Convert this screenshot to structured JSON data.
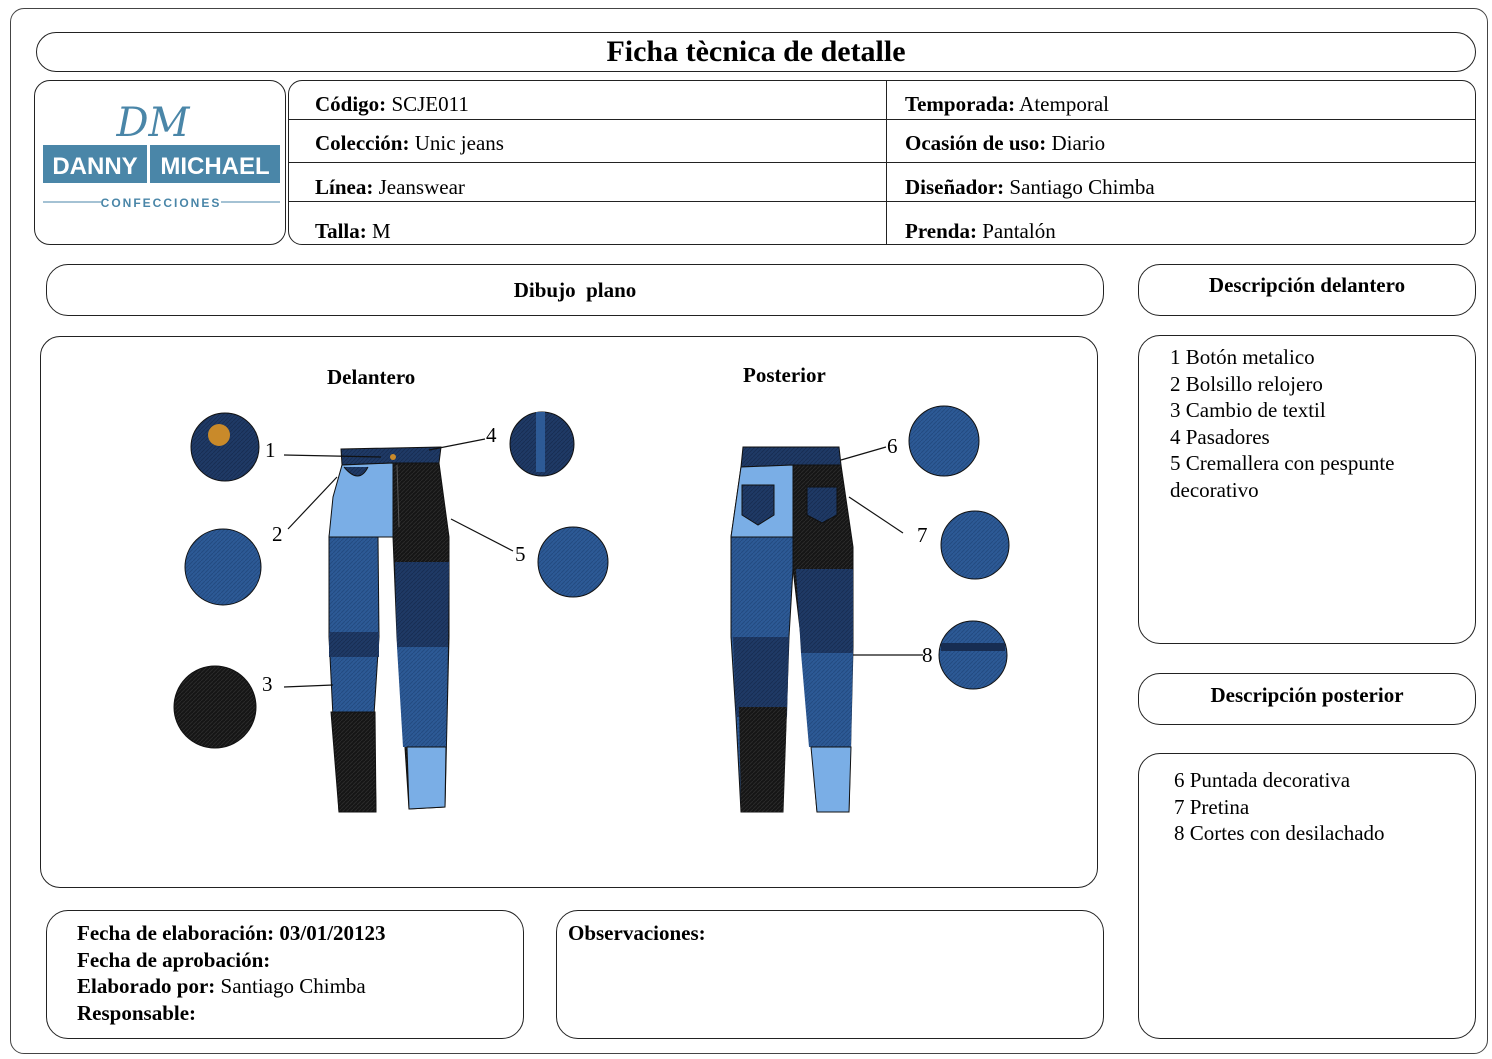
{
  "document": {
    "title": "Ficha tècnica de detalle"
  },
  "logo": {
    "monogram": "DM",
    "brand_first": "DANNY",
    "brand_second": "MICHAEL",
    "tagline": "CONFECCIONES",
    "accent_color": "#4a86a8"
  },
  "info": {
    "codigo_label": "Código:",
    "codigo_value": "SCJE011",
    "temporada_label": "Temporada:",
    "temporada_value": "Atemporal",
    "coleccion_label": "Colección:",
    "coleccion_value": "Unic jeans",
    "ocasion_label": "Ocasión de uso:",
    "ocasion_value": "Diario",
    "linea_label": "Línea:",
    "linea_value": "Jeanswear",
    "disenador_label": "Diseñador:",
    "disenador_value": "Santiago Chimba",
    "talla_label": "Talla:",
    "talla_value": "M",
    "prenda_label": "Prenda:",
    "prenda_value": "Pantalón"
  },
  "drawing": {
    "header": "Dibujo  plano",
    "front_label": "Delantero",
    "back_label": "Posterior",
    "callouts": [
      "1",
      "2",
      "3",
      "4",
      "5",
      "6",
      "7",
      "8"
    ],
    "colors": {
      "denim_dark": "#1f3a66",
      "denim_mid": "#2d5a96",
      "denim_light": "#7aaee6",
      "black": "#151515",
      "button": "#c98a2a"
    }
  },
  "front_description": {
    "header": "Descripción delantero",
    "items": [
      "1 Botón metalico",
      "2 Bolsillo relojero",
      "3 Cambio de textil",
      "4 Pasadores",
      "5 Cremallera con pespunte",
      "decorativo"
    ]
  },
  "back_description": {
    "header": "Descripción posterior",
    "items": [
      "6 Puntada decorativa",
      "7 Pretina",
      "8 Cortes con desilachado"
    ]
  },
  "footer": {
    "fecha_elaboracion_label": "Fecha de elaboración:",
    "fecha_elaboracion_value": "03/01/20123",
    "fecha_aprobacion_label": "Fecha de aprobación:",
    "elaborado_label": "Elaborado por:",
    "elaborado_value": "Santiago Chimba",
    "responsable_label": "Responsable:",
    "observaciones_label": "Observaciones:"
  }
}
